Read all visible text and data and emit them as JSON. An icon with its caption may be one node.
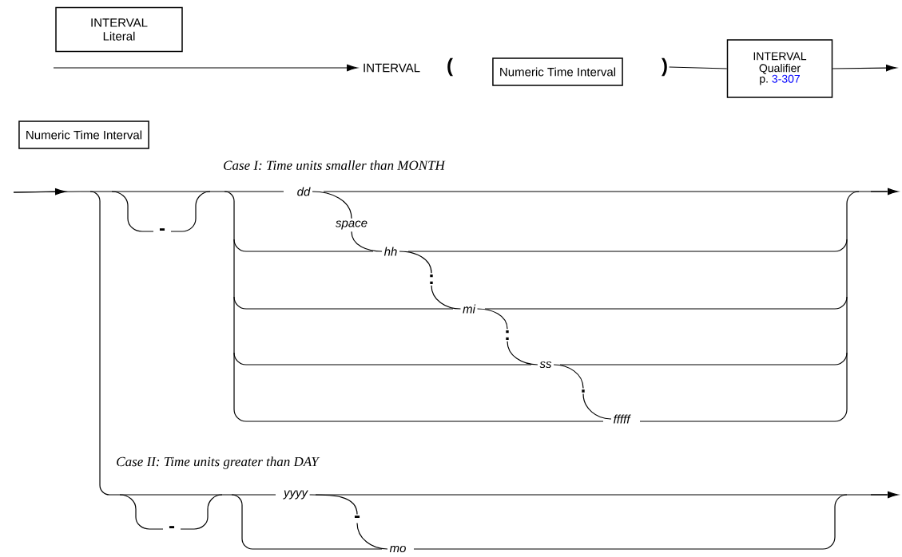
{
  "diagram": {
    "nodes": [
      {
        "text": [
          "INTERVAL Literal"
        ]
      },
      {
        "text": [
          "INTERVAL"
        ]
      },
      {
        "text": [
          "("
        ]
      },
      {
        "text": [
          "Numeric Time Interval"
        ]
      },
      {
        "text": [
          ")"
        ]
      },
      {
        "text": [
          "INTERVAL Qualifier",
          "p.",
          "3-307"
        ]
      },
      {
        "text": [
          "Numeric Time Interval"
        ]
      },
      {
        "text": [
          "-"
        ]
      },
      {
        "text": [
          "dd"
        ]
      },
      {
        "text": [
          "space"
        ]
      },
      {
        "text": [
          "hh"
        ]
      },
      {
        "text": [
          ":"
        ]
      },
      {
        "text": [
          "mi"
        ]
      },
      {
        "text": [
          ":"
        ]
      },
      {
        "text": [
          "ss"
        ]
      },
      {
        "text": [
          "."
        ]
      },
      {
        "text": [
          "fffff"
        ]
      },
      {
        "text": [
          "-"
        ]
      },
      {
        "text": [
          "yyyy"
        ]
      },
      {
        "text": [
          "-"
        ]
      },
      {
        "text": [
          "mo"
        ]
      }
    ],
    "edges": [
      {
        "from": null,
        "to": 1,
        "arrow": "to"
      },
      {
        "from": 4,
        "to": 5,
        "arrow": "none"
      },
      {
        "from": 5,
        "to": null,
        "arrow": "to"
      },
      {
        "from": 8,
        "to": 9,
        "arrow": "none"
      },
      {
        "from": 9,
        "to": 10,
        "arrow": "none"
      },
      {
        "from": 10,
        "to": 11,
        "arrow": "none"
      },
      {
        "from": 11,
        "to": 12,
        "arrow": "none"
      },
      {
        "from": 12,
        "to": 13,
        "arrow": "none"
      },
      {
        "from": 13,
        "to": 14,
        "arrow": "none"
      },
      {
        "from": 14,
        "to": 15,
        "arrow": "none"
      },
      {
        "from": 15,
        "to": 16,
        "arrow": "none"
      },
      {
        "from": 18,
        "to": 19,
        "arrow": "none"
      },
      {
        "from": 19,
        "to": 20,
        "arrow": "none"
      }
    ],
    "labels": [
      "Case I: Time units smaller than MONTH",
      "Case II: Time units greater than DAY"
    ]
  }
}
